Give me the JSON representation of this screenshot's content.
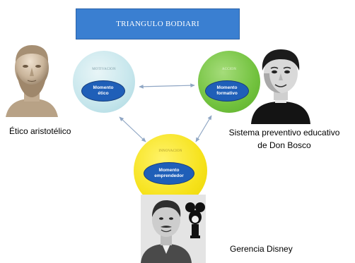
{
  "title": "TRIANGULO BODIARI",
  "nodes": {
    "left": {
      "header": "MOTIVACION",
      "oval_line1": "Momento",
      "oval_line2": "ético"
    },
    "right": {
      "header": "ACCION",
      "oval_line1": "Momento",
      "oval_line2": "formativo"
    },
    "bottom": {
      "header": "INNOVACION",
      "oval_line1": "Momento",
      "oval_line2": "emprendedor"
    }
  },
  "captions": {
    "aristotle": "Ético aristotélico",
    "bosco_line1": "Sistema preventivo educativo",
    "bosco_line2": "de Don Bosco",
    "disney": "Gerencia Disney"
  },
  "colors": {
    "title_bg": "#3a7fd1",
    "left_circle": "#c6e6ec",
    "right_circle": "#72c23e",
    "bottom_circle": "#f6e21b",
    "oval": "#1f5fb8",
    "arrow": "#8fa6c4"
  }
}
